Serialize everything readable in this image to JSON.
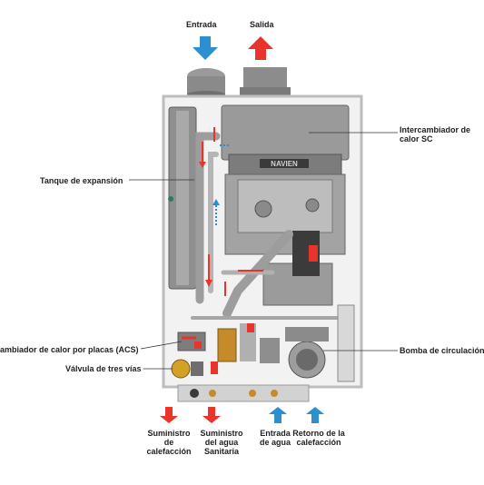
{
  "labels": {
    "entrada": "Entrada",
    "salida": "Salida",
    "intercambiador_sc": "Intercambiador de calor SC",
    "tanque_expansion": "Tanque de expansión",
    "intercambiador_placas": "ambiador de calor por placas (ACS)",
    "valvula_tres_vias": "Válvula de tres vías",
    "bomba_circulacion": "Bomba de circulación",
    "suministro_calefaccion": "Suministro de calefacción",
    "suministro_agua_sanitaria": "Suministro del agua Sanitaria",
    "entrada_agua": "Entrada de agua",
    "retorno_calefaccion": "Retorno de la calefacción"
  },
  "brand": "NAVIEN",
  "colors": {
    "inflow_arrow": "#2b8fd0",
    "outflow_arrow": "#e8342a",
    "casing": "#d9d9d9",
    "component": "#8e8e8e",
    "label_text": "#222222"
  },
  "icons": [
    "arrow-down-icon",
    "arrow-up-icon"
  ]
}
